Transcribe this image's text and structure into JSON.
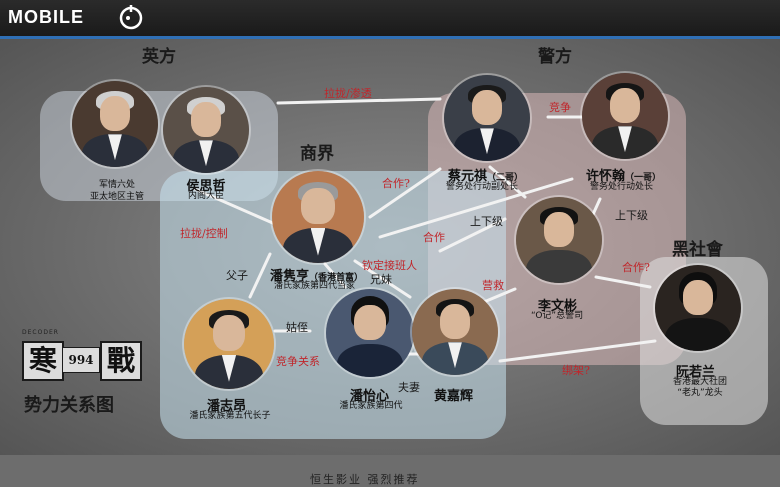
{
  "header": {
    "site_logo": "MOBILE"
  },
  "colors": {
    "accent_bar": "#2f6fb5",
    "relation_red": "#c0262b"
  },
  "groups": {
    "yingfang": "英方",
    "jingfang": "警方",
    "shangjie": "商界",
    "heishehui": "黑社會"
  },
  "people": {
    "junqing": {
      "name": "",
      "role1": "军情六处",
      "role2": "亚太地区主管"
    },
    "housizhe": {
      "name": "侯思哲",
      "role1": "内阁大臣",
      "role2": ""
    },
    "caiyuanqi": {
      "name": "蔡元祺",
      "name_note": "（二哥）",
      "role1": "警务处行动副处长"
    },
    "xuhuaihan": {
      "name": "许怀翰",
      "name_note": "（一哥）",
      "role1": "警务处行动处长"
    },
    "panjunheng": {
      "name": "潘隽亨",
      "name_note": "（香港首富）",
      "role1": "潘氏家族第四代当家"
    },
    "liwenbin": {
      "name": "李文彬",
      "role1": "“O记”总警司"
    },
    "ruanruolan": {
      "name": "阮若兰",
      "role1": "香港最大社团",
      "role2": "“老丸”龙头"
    },
    "panzhiang": {
      "name": "潘志昂",
      "role1": "潘氏家族第五代长子"
    },
    "panyixin": {
      "name": "潘怡心",
      "role1": "潘氏家族第四代"
    },
    "huangjiahui": {
      "name": "黄嘉辉"
    }
  },
  "relations": {
    "lalong_shentou": "拉拢/渗透",
    "jingzheng": "竞争",
    "hezuo_q": "合作?",
    "lalong_kongzhi": "拉拢/控制",
    "shangxiaji_1": "上下级",
    "shangxiaji_2": "上下级",
    "qinding": "钦定接班人",
    "hezuo": "合作",
    "fuzi": "父子",
    "xiongmei": "兄妹",
    "yingjiu": "营救",
    "hezuo_q2": "合作?",
    "zhizhi": "姑侄",
    "jingzheng_guanxi": "竞争关系",
    "fuqi": "夫妻",
    "bangjia": "绑架?"
  },
  "brand": {
    "title_left": "寒",
    "title_mid": "994",
    "title_right": "戰",
    "subtitle": "势力关系图",
    "small": "DECODER"
  },
  "footer": {
    "text": "恒生影业 强烈推荐"
  }
}
